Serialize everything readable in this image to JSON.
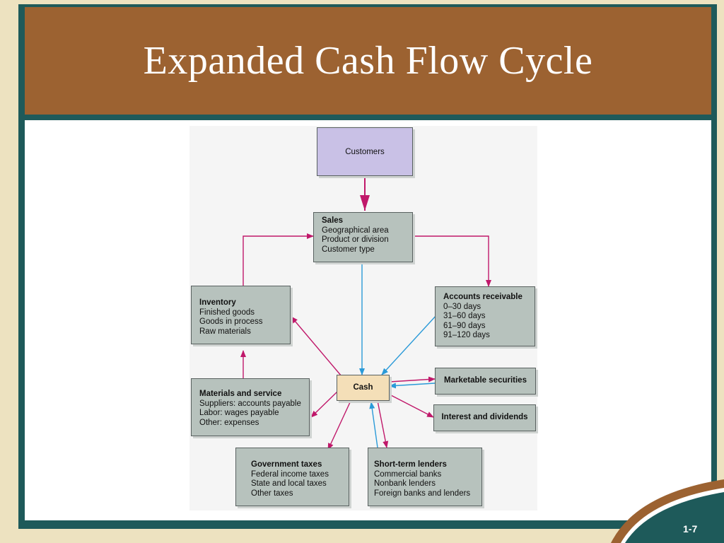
{
  "slide": {
    "title": "Expanded Cash Flow Cycle",
    "page_number": "1-7"
  },
  "diagram": {
    "customers": {
      "label": "Customers"
    },
    "sales": {
      "heading": "Sales",
      "lines": [
        "Geographical area",
        "Product or division",
        "Customer type"
      ]
    },
    "inventory": {
      "heading": "Inventory",
      "lines": [
        "Finished goods",
        "Goods in process",
        "Raw materials"
      ]
    },
    "accounts_receivable": {
      "heading": "Accounts receivable",
      "lines": [
        "0–30 days",
        "31–60 days",
        "61–90 days",
        "91–120 days"
      ]
    },
    "cash": {
      "label": "Cash"
    },
    "marketable_securities": {
      "label": "Marketable securities"
    },
    "interest_dividends": {
      "label": "Interest and dividends"
    },
    "materials_service": {
      "heading": "Materials and service",
      "lines": [
        "Suppliers: accounts payable",
        "Labor: wages payable",
        "Other: expenses"
      ]
    },
    "government_taxes": {
      "heading": "Government taxes",
      "lines": [
        "Federal income taxes",
        "State and local taxes",
        "Other taxes"
      ]
    },
    "short_term_lenders": {
      "heading": "Short-term lenders",
      "lines": [
        "Commercial banks",
        "Nonbank lenders",
        "Foreign banks and lenders"
      ]
    }
  },
  "colors": {
    "title_bar": "#9c6231",
    "frame": "#1e5a5a",
    "background": "#ede2c0",
    "box_fill": "#b7c2bd",
    "customers_fill": "#c9c1e6",
    "cash_fill": "#f4dfb8",
    "outflow_arrow": "#c0186a",
    "inflow_arrow": "#2a9ad8"
  }
}
